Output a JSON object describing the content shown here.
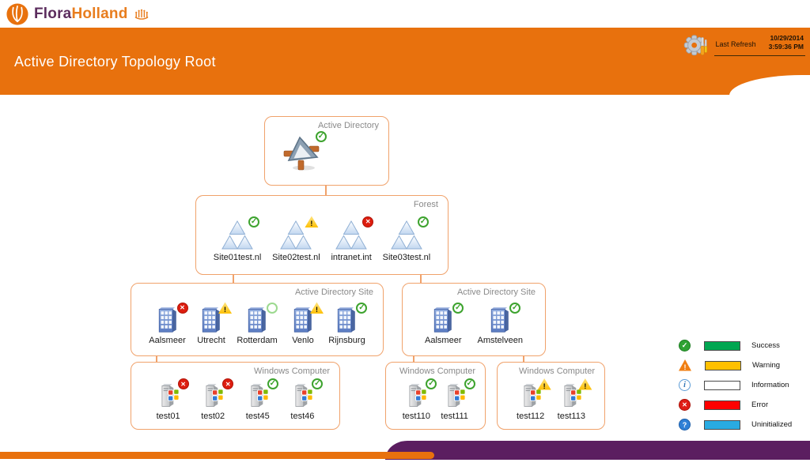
{
  "brand": {
    "flora": "Flora",
    "holland": "Holland"
  },
  "header": {
    "title": "Active Directory Topology Root",
    "last_refresh_label": "Last Refresh",
    "refresh_date": "10/29/2014",
    "refresh_time": "3:59:36 PM"
  },
  "diagram": {
    "boxes": [
      {
        "label": "Active Directory",
        "items": [
          {
            "status": "success"
          }
        ]
      },
      {
        "label": "Forest",
        "items": [
          {
            "label": "Site01test.nl",
            "status": "success"
          },
          {
            "label": "Site02test.nl",
            "status": "warning"
          },
          {
            "label": "intranet.int",
            "status": "error"
          },
          {
            "label": "Site03test.nl",
            "status": "success"
          }
        ]
      },
      {
        "label": "Active Directory Site",
        "items": [
          {
            "label": "Aalsmeer",
            "status": "error"
          },
          {
            "label": "Utrecht",
            "status": "warning"
          },
          {
            "label": "Rotterdam",
            "status": "blank"
          },
          {
            "label": "Venlo",
            "status": "warning"
          },
          {
            "label": "Rijnsburg",
            "status": "success"
          }
        ]
      },
      {
        "label": "Active Directory Site",
        "items": [
          {
            "label": "Aalsmeer",
            "status": "success"
          },
          {
            "label": "Amstelveen",
            "status": "success"
          }
        ]
      },
      {
        "label": "Windows Computer",
        "items": [
          {
            "label": "test01",
            "status": "error"
          },
          {
            "label": "test02",
            "status": "error"
          },
          {
            "label": "test45",
            "status": "success"
          },
          {
            "label": "test46",
            "status": "success"
          }
        ]
      },
      {
        "label": "Windows Computer",
        "items": [
          {
            "label": "test110",
            "status": "success"
          },
          {
            "label": "test111",
            "status": "success"
          }
        ]
      },
      {
        "label": "Windows Computer",
        "items": [
          {
            "label": "test112",
            "status": "warning"
          },
          {
            "label": "test113",
            "status": "warning"
          }
        ]
      }
    ]
  },
  "legend": {
    "items": [
      {
        "label": "Success",
        "status": "success",
        "swatch": "#00A651"
      },
      {
        "label": "Warning",
        "status": "warning",
        "swatch": "#FFC000"
      },
      {
        "label": "Information",
        "status": "info",
        "swatch": "#FFFFFF"
      },
      {
        "label": "Error",
        "status": "error",
        "swatch": "#FF0000"
      },
      {
        "label": "Uninitialized",
        "status": "uninit",
        "swatch": "#29ABE2"
      }
    ]
  },
  "icons": {
    "status_success": "check-circle ✓",
    "status_warning": "warning-triangle !",
    "status_error": "x-circle ✕",
    "status_blank": "empty-circle",
    "status_information": "info-balloon i",
    "status_uninitialized": "question-circle ?",
    "settings": "gear-with-screwdriver",
    "brand_flower": "tulip-in-circle",
    "brand_crown": "crown"
  },
  "colors": {
    "header_orange": "#E8710D",
    "box_border_orange": "#F0A26B",
    "footer_purple": "#5B1E60",
    "brand_purple": "#5C2D5E",
    "brand_orange": "#E87D1E"
  }
}
